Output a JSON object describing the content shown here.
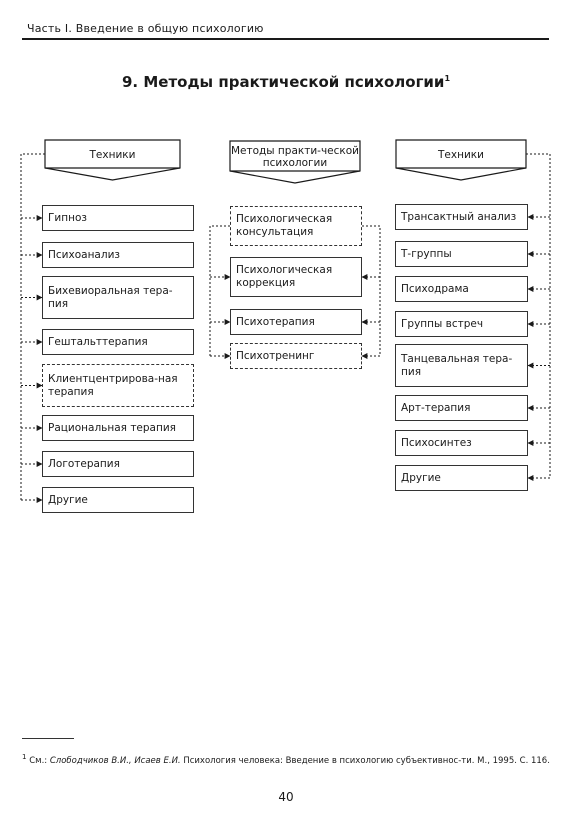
{
  "running_head": "Часть I. Введение в общую психологию",
  "title": "9. Методы практической психологии",
  "title_note": "1",
  "diagram": {
    "left": {
      "header": "Техники",
      "items": [
        "Гипноз",
        "Психоанализ",
        "Бихевиоральная тера-пия",
        "Гештальттерапия",
        "Клиентцентрирова-ная терапия",
        "Рациональная терапия",
        "Логотерапия",
        "Другие"
      ]
    },
    "center": {
      "header": "Методы практи-ческой психологии",
      "items": [
        "Психологическая консультация",
        "Психологическая коррекция",
        "Психотерапия",
        "Психотренинг"
      ]
    },
    "right": {
      "header": "Техники",
      "items": [
        "Трансактный анализ",
        "Т-группы",
        "Психодрама",
        "Группы встреч",
        "Танцевальная тера-пия",
        "Арт-терапия",
        "Психосинтез",
        "Другие"
      ]
    }
  },
  "footnote": {
    "mark": "1",
    "prefix": "См.: ",
    "authors": "Слободчиков В.И., Исаев Е.И.",
    "rest": " Психология человека: Введение в психологию субъективнос-ти. М., 1995. С. 116."
  },
  "page_number": "40"
}
